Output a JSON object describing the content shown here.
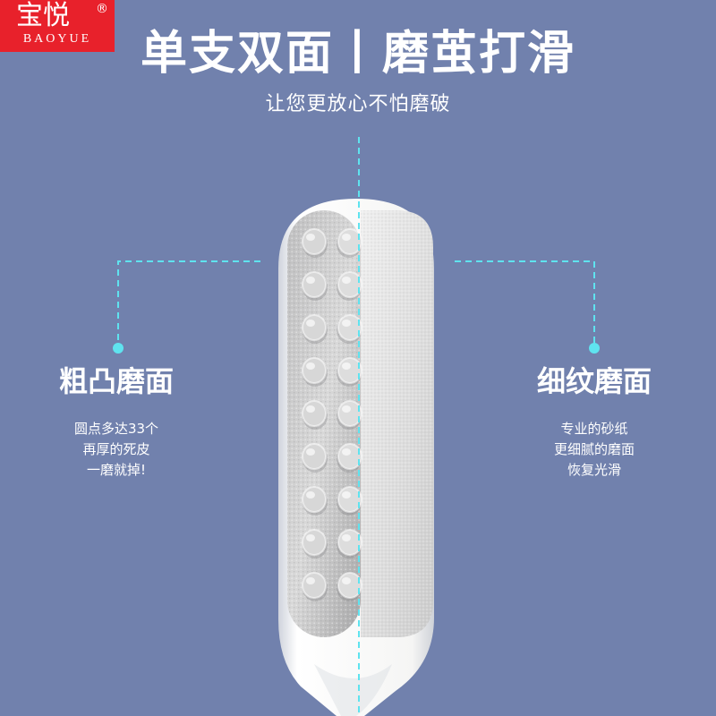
{
  "brand": {
    "name": "宝悦",
    "mark": "®",
    "latin": "BAOYUE",
    "color": "#e8212b"
  },
  "title": "单支双面丨磨茧打滑",
  "subtitle": "让您更放心不怕磨破",
  "left_feature": {
    "title": "粗凸磨面",
    "lines": [
      "圆点多达33个",
      "再厚的死皮",
      "一磨就掉!"
    ]
  },
  "right_feature": {
    "title": "细纹磨面",
    "lines": [
      "专业的砂纸",
      "更细腻的磨面",
      "恢复光滑"
    ]
  },
  "colors": {
    "background": "#7181ad",
    "accent_line": "#5fe3ef",
    "text": "#ffffff",
    "handle": "#f3f3f1"
  }
}
